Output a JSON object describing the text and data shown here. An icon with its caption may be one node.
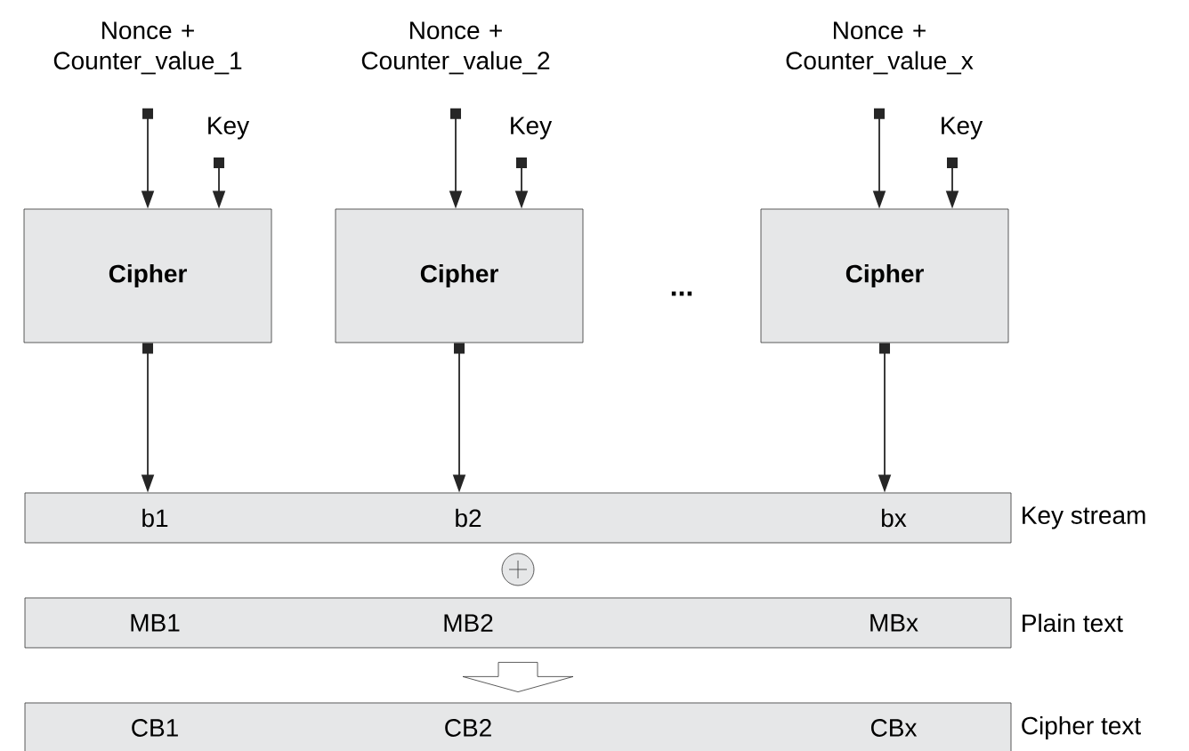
{
  "diagram": {
    "nodes": [
      {
        "text": [
          "Nonce + Counter_value_1"
        ]
      },
      {
        "text": [
          "Nonce + Counter_value_2"
        ]
      },
      {
        "text": [
          "Nonce + Counter_value_x"
        ]
      },
      {
        "text": [
          "Key"
        ]
      },
      {
        "text": [
          "Key"
        ]
      },
      {
        "text": [
          "Key"
        ]
      },
      {
        "text": [
          "Cipher"
        ]
      },
      {
        "text": [
          "Cipher"
        ]
      },
      {
        "text": [
          "Cipher"
        ]
      },
      {
        "text": [
          "b1",
          "b2",
          "bx"
        ],
        "beside": [
          "Key stream"
        ]
      },
      {
        "text": [
          "MB1",
          "MB2",
          "MBx"
        ],
        "beside": [
          "Plain text"
        ]
      },
      {
        "text": [
          "CB1",
          "CB2",
          "CBx"
        ],
        "beside": [
          "Cipher text"
        ]
      }
    ],
    "edges": [
      {
        "from": 0,
        "to": 6,
        "arrow": "to"
      },
      {
        "from": 3,
        "to": 6,
        "arrow": "to"
      },
      {
        "from": 1,
        "to": 7,
        "arrow": "to"
      },
      {
        "from": 4,
        "to": 7,
        "arrow": "to"
      },
      {
        "from": 2,
        "to": 8,
        "arrow": "to"
      },
      {
        "from": 5,
        "to": 8,
        "arrow": "to"
      },
      {
        "from": 6,
        "to": 9,
        "arrow": "to"
      },
      {
        "from": 7,
        "to": 9,
        "arrow": "to"
      },
      {
        "from": 8,
        "to": 9,
        "arrow": "to"
      },
      {
        "from": 10,
        "to": 11,
        "arrow": "to"
      }
    ],
    "labels": [
      "..."
    ]
  }
}
